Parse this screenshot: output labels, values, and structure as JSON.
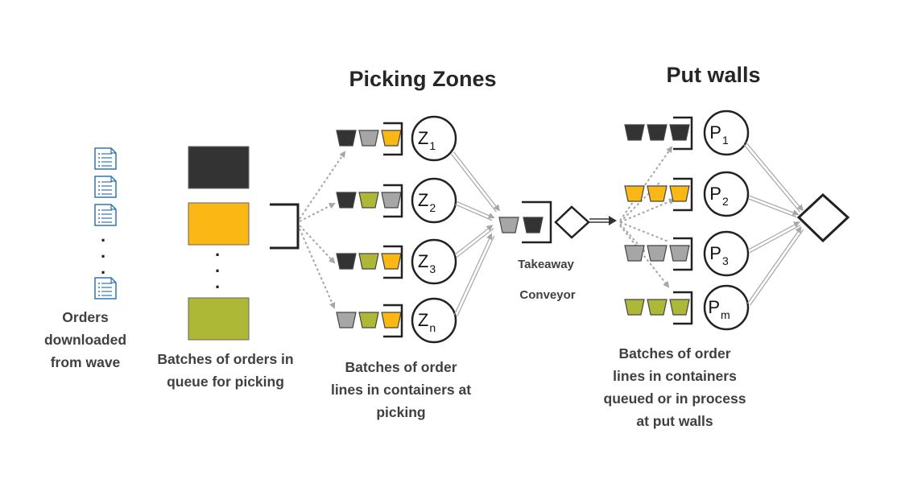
{
  "titles": {
    "picking_zones": "Picking Zones",
    "put_walls": "Put walls"
  },
  "labels": {
    "orders": [
      "Orders",
      "downloaded",
      "from wave"
    ],
    "batches_queue": [
      "Batches of orders in",
      "queue for picking"
    ],
    "picking_containers": [
      "Batches of order",
      "lines in containers at",
      "picking"
    ],
    "takeaway": "Takeaway",
    "conveyor": "Conveyor",
    "putwall_containers": [
      "Batches of order",
      "lines in containers",
      "queued or in process",
      "at put walls"
    ]
  },
  "zones": [
    {
      "letter": "Z",
      "sub": "1",
      "containers": [
        "black",
        "gray",
        "orange"
      ]
    },
    {
      "letter": "Z",
      "sub": "2",
      "containers": [
        "black",
        "olive",
        "gray"
      ]
    },
    {
      "letter": "Z",
      "sub": "3",
      "containers": [
        "black",
        "olive",
        "orange"
      ]
    },
    {
      "letter": "Z",
      "sub": "n",
      "containers": [
        "gray",
        "olive",
        "orange"
      ]
    }
  ],
  "put_walls": [
    {
      "letter": "P",
      "sub": "1",
      "containers": [
        "black",
        "black",
        "black"
      ]
    },
    {
      "letter": "P",
      "sub": "2",
      "containers": [
        "orange",
        "orange",
        "orange"
      ]
    },
    {
      "letter": "P",
      "sub": "3",
      "containers": [
        "gray",
        "gray",
        "gray"
      ]
    },
    {
      "letter": "P",
      "sub": "m",
      "containers": [
        "olive",
        "olive",
        "olive"
      ]
    }
  ],
  "batches": [
    "black",
    "orange",
    "olive"
  ],
  "conveyor_containers": [
    "gray",
    "black"
  ],
  "icons": {
    "document": "document-icon",
    "decision": "diamond-icon",
    "container": "container-icon"
  },
  "colors": {
    "black": "#333333",
    "orange": "#FBB713",
    "olive": "#AEB837",
    "gray": "#A6A6A6",
    "document_blue": "#2E75B6",
    "arrow_gray": "#A6A6A6"
  }
}
